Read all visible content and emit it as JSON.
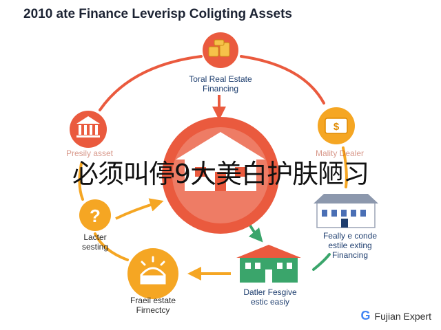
{
  "title": "2010 ate Finance Leverisp Coligting Assets",
  "nodes": {
    "top": {
      "label_line1": "Toral Real Estate",
      "label_line2": "Financing",
      "icon": "coins-icon"
    },
    "left": {
      "label_line1": "Presily asset",
      "icon": "bank-building-icon"
    },
    "right": {
      "label_line1": "Mality Dealer",
      "icon": "money-icon"
    },
    "left_bottom": {
      "label_line1": "Lacter",
      "label_line2": "sesting",
      "icon": "question-icon"
    },
    "right_bottom": {
      "label_line1": "Feally e conde",
      "label_line2": "estile exting",
      "label_line3": "Financing",
      "icon": "row-house-icon"
    },
    "bottom_left": {
      "label_line1": "Fraeil estate",
      "label_line2": "Firnectcy",
      "icon": "sunrise-house-icon"
    },
    "bottom_right": {
      "label_line1": "Datler Fesgive",
      "label_line2": "estic easiy",
      "icon": "green-building-icon"
    }
  },
  "overlay_text": "必须叫停9大美白护肤陋习",
  "watermark": {
    "logo": "G",
    "text": "Fujian Expert"
  },
  "colors": {
    "orange_red": "#ea5a3e",
    "yellow": "#f5a623",
    "green": "#3aa56b",
    "navy": "#1d3d6e"
  }
}
